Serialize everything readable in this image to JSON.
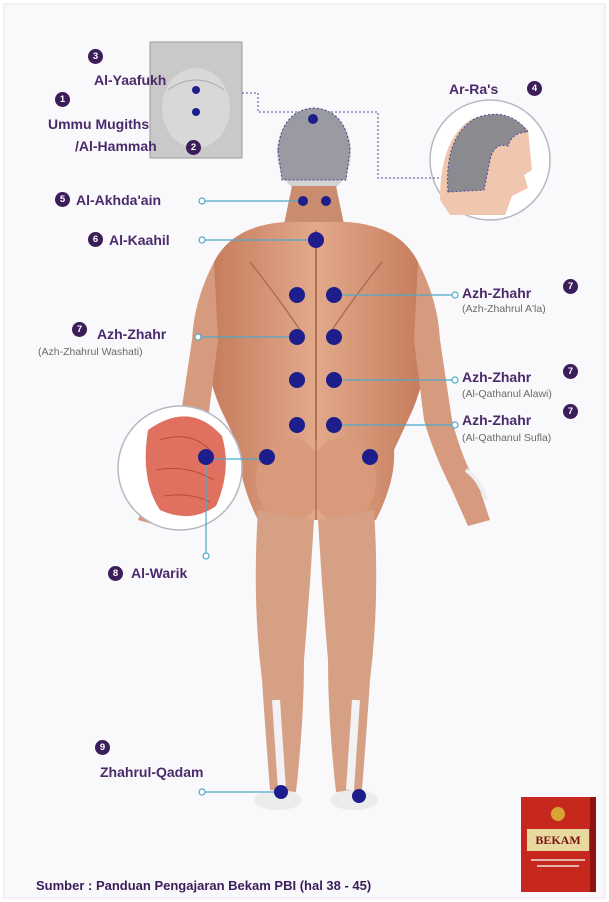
{
  "points": {
    "p3": {
      "num": "3",
      "name": "Al-Yaafukh"
    },
    "p1": {
      "num": "1",
      "name": "Ummu Mugiths"
    },
    "p2": {
      "num": "2",
      "name": "/Al-Hammah"
    },
    "p4": {
      "num": "4",
      "name": "Ar-Ra's"
    },
    "p5": {
      "num": "5",
      "name": "Al-Akhda'ain"
    },
    "p6": {
      "num": "6",
      "name": "Al-Kaahil"
    },
    "p7a": {
      "num": "7",
      "name": "Azh-Zhahr",
      "sub": "(Azh-Zhahrul A'la)"
    },
    "p7b": {
      "num": "7",
      "name": "Azh-Zhahr",
      "sub": "(Azh-Zhahrul Washati)"
    },
    "p7c": {
      "num": "7",
      "name": "Azh-Zhahr",
      "sub": "(Al-Qathanul Alawi)"
    },
    "p7d": {
      "num": "7",
      "name": "Azh-Zhahr",
      "sub": "(Al-Qathanul Sufla)"
    },
    "p8": {
      "num": "8",
      "name": "Al-Warik"
    },
    "p9": {
      "num": "9",
      "name": "Zhahrul-Qadam"
    }
  },
  "source": "Sumber : Panduan Pengajaran Bekam PBI (hal 38 - 45)",
  "book": {
    "title": "BEKAM"
  },
  "colors": {
    "label": "#4a2a6b",
    "dot": "#1d1e8c",
    "line": "#4fa8c8",
    "muscle": "#d89a7c",
    "accent": "#c7281e"
  }
}
